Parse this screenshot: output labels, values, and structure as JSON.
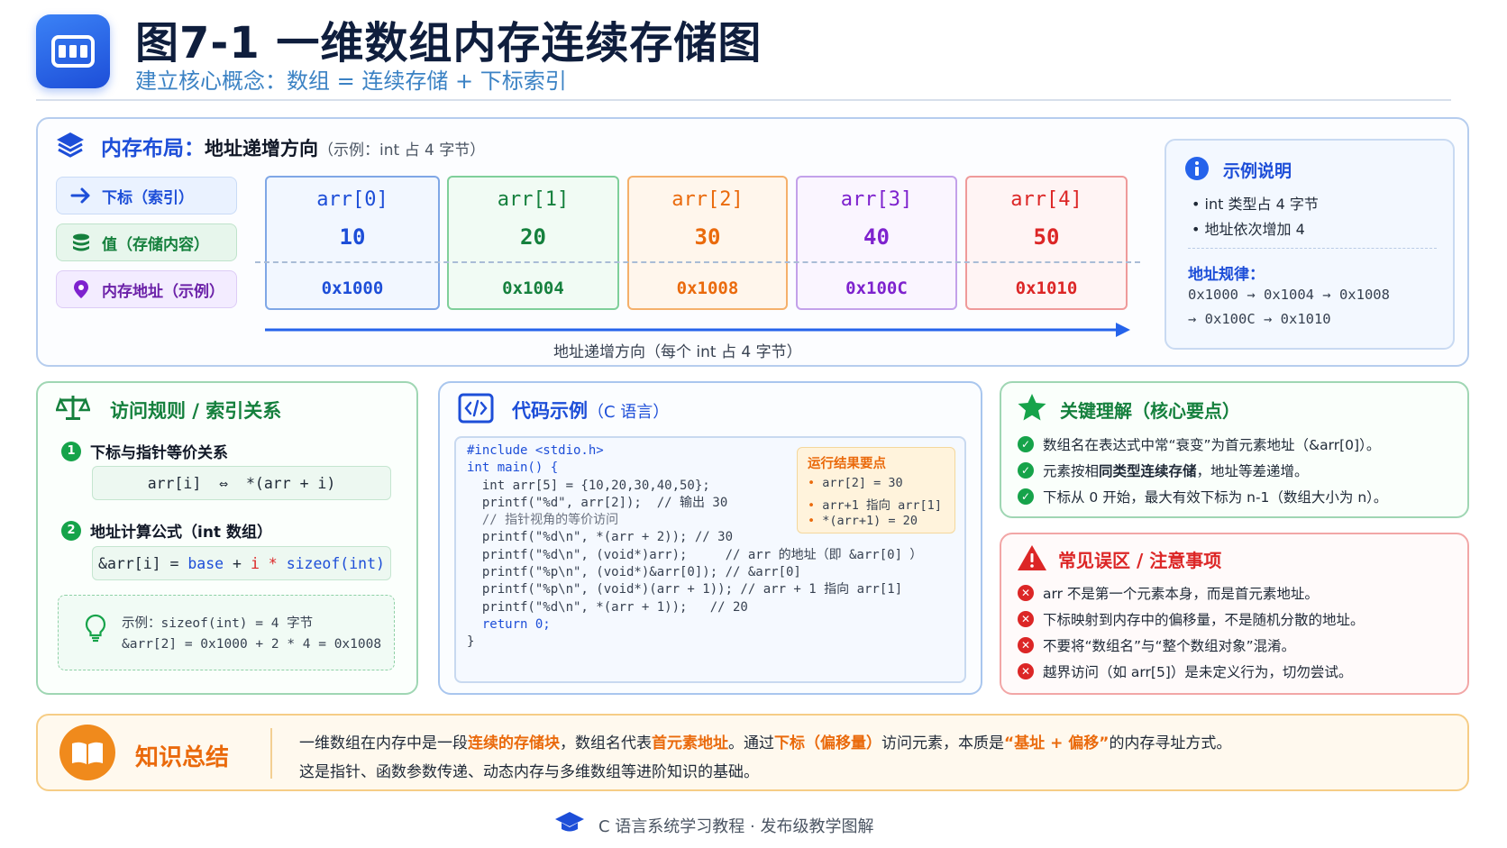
{
  "header": {
    "logo_icon": "array-cells-icon",
    "title": "图7-1 一维数组内存连续存储图",
    "subtitle": "建立核心概念：数组 = 连续存储 + 下标索引"
  },
  "memory": {
    "title_main": "内存布局：",
    "title_bold": "地址递增方向",
    "title_note": "（示例：int 占 4 字节）",
    "legend": [
      {
        "icon": "arrow-right-icon",
        "label": "下标（索引）"
      },
      {
        "icon": "database-icon",
        "label": "值（存储内容）"
      },
      {
        "icon": "location-pin-icon",
        "label": "内存地址（示例）"
      }
    ],
    "cells": [
      {
        "name": "arr[0]",
        "value": "10",
        "address": "0x1000",
        "color": "#1d4ed8"
      },
      {
        "name": "arr[1]",
        "value": "20",
        "address": "0x1004",
        "color": "#15803d"
      },
      {
        "name": "arr[2]",
        "value": "30",
        "address": "0x1008",
        "color": "#ea6a0c"
      },
      {
        "name": "arr[3]",
        "value": "40",
        "address": "0x100C",
        "color": "#7e22ce"
      },
      {
        "name": "arr[4]",
        "value": "50",
        "address": "0x1010",
        "color": "#dc2626"
      }
    ],
    "arrow_label": "地址递增方向（每个 int 占 4 字节）",
    "info": {
      "title": "示例说明",
      "bullets": [
        "int 类型占 4 字节",
        "地址依次增加 4"
      ],
      "rule_title": "地址规律：",
      "rule_line1": "0x1000 → 0x1004 → 0x1008",
      "rule_line2": "→ 0x100C → 0x1010"
    }
  },
  "rules": {
    "title": "访问规则 / 索引关系",
    "item1_num": "1",
    "item1_title": "下标与指针等价关系",
    "item1_formula": "arr[i]  ⇔  *(arr + i)",
    "item2_num": "2",
    "item2_title": "地址计算公式（int 数组）",
    "formula_lhs": "&arr[i] = ",
    "formula_base": "base",
    "formula_plus": " + ",
    "formula_i": "i",
    "formula_star": " * ",
    "formula_sizeof": "sizeof(int)",
    "example_line1": "示例：sizeof(int) = 4 字节",
    "example_line2": "&arr[2] = 0x1000 + 2 * 4 = 0x1008"
  },
  "code": {
    "title": "代码示例",
    "title_note": "（C 语言）",
    "lines": [
      "#include <stdio.h>",
      "int main() {",
      "  int arr[5] = {10,20,30,40,50};",
      "",
      "  printf(\"%d\", arr[2]);  // 输出 30",
      "",
      "  // 指针视角的等价访问",
      "  printf(\"%d\\n\", *(arr + 2)); // 30",
      "  printf(\"%d\\n\", (void*)arr);     // arr 的地址（即 &arr[0] ）",
      "  printf(\"%p\\n\", (void*)&arr[0]); // &arr[0]",
      "  printf(\"%p\\n\", (void*)(arr + 1)); // arr + 1 指向 arr[1]",
      "  printf(\"%d\\n\", *(arr + 1));   // 20",
      "  return 0;",
      "}"
    ],
    "run": {
      "title": "运行结果要点",
      "items": [
        "arr[2] = 30",
        "arr+1 指向 arr[1]",
        "*(arr+1) = 20"
      ]
    }
  },
  "key": {
    "title": "关键理解（核心要点）",
    "items": [
      "数组名在表达式中常“衰变”为首元素地址（&arr[0]）。",
      "元素按相同类型连续存储，地址等差递增。",
      "下标从 0 开始，最大有效下标为 n-1（数组大小为 n）。"
    ],
    "item2_pre": "元素按相",
    "item2_bold": "同类型连续存储",
    "item2_post": "，地址等差递增。"
  },
  "warn": {
    "title": "常见误区 / 注意事项",
    "items": [
      "arr 不是第一个元素本身，而是首元素地址。",
      "下标映射到内存中的偏移量，不是随机分散的地址。",
      "不要将“数组名”与“整个数组对象”混淆。",
      "越界访问（如 arr[5]）是未定义行为，切勿尝试。"
    ]
  },
  "summary": {
    "title": "知识总结",
    "l1_a": "一维数组在内存中是一段",
    "l1_b": "连续的存储块",
    "l1_c": "，数组名代表",
    "l1_d": "首元素地址",
    "l1_e": "。通过",
    "l1_f": "下标（偏移量）",
    "l1_g": "访问元素，本质是",
    "l1_h": "“基址 + 偏移”",
    "l1_i": "的内存寻址方式。",
    "line2": "这是指针、函数参数传递、动态内存与多维数组等进阶知识的基础。"
  },
  "footer": {
    "text": "C 语言系统学习教程 · 发布级教学图解"
  }
}
